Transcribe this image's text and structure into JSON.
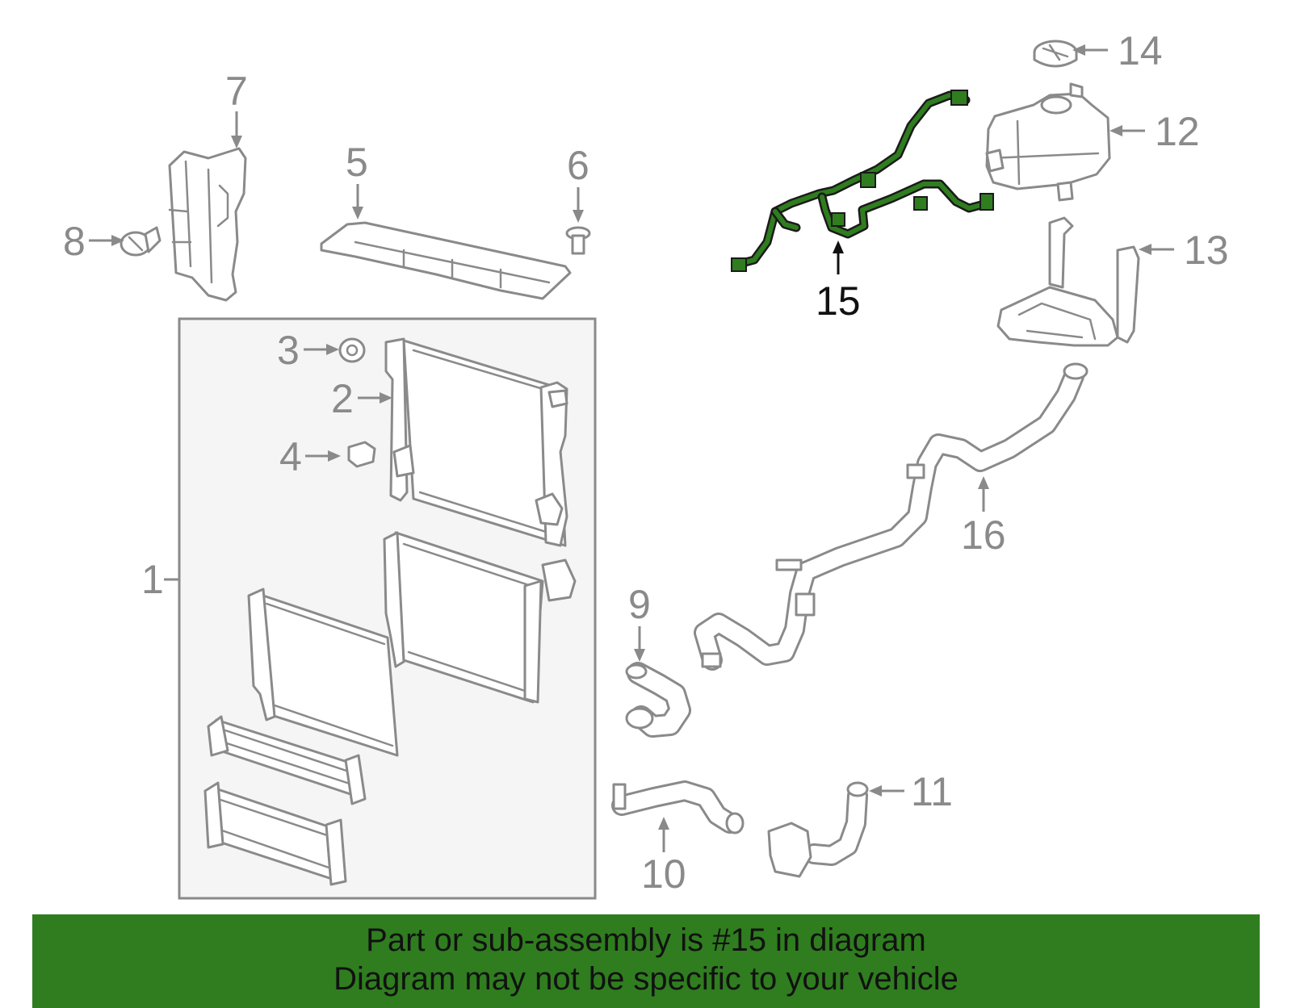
{
  "callouts": {
    "c1": "1",
    "c2": "2",
    "c3": "3",
    "c4": "4",
    "c5": "5",
    "c6": "6",
    "c7": "7",
    "c8": "8",
    "c9": "9",
    "c10": "10",
    "c11": "11",
    "c12": "12",
    "c13": "13",
    "c14": "14",
    "c15": "15",
    "c16": "16"
  },
  "highlighted_part": "15",
  "colors": {
    "highlight": "#2f7d1f",
    "line": "#8a8a8a",
    "box_fill": "#f5f5f5"
  },
  "banner": {
    "line1": "Part or sub-assembly is #15 in diagram",
    "line2": "Diagram may not be specific to your vehicle"
  }
}
